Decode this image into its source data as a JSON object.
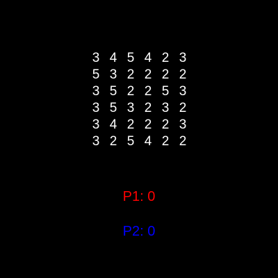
{
  "board": {
    "rows": [
      [
        "3",
        "4",
        "5",
        "4",
        "2",
        "3"
      ],
      [
        "5",
        "3",
        "2",
        "2",
        "2",
        "2"
      ],
      [
        "3",
        "5",
        "2",
        "2",
        "5",
        "3"
      ],
      [
        "3",
        "5",
        "3",
        "2",
        "3",
        "2"
      ],
      [
        "3",
        "4",
        "2",
        "2",
        "2",
        "3"
      ],
      [
        "3",
        "2",
        "5",
        "4",
        "2",
        "2"
      ]
    ]
  },
  "scores": {
    "p1": "P1: 0",
    "p2": "P2: 0"
  },
  "colors": {
    "background": "#000000",
    "number": "#ffffff",
    "p1": "#ff0000",
    "p2": "#0000ff"
  }
}
